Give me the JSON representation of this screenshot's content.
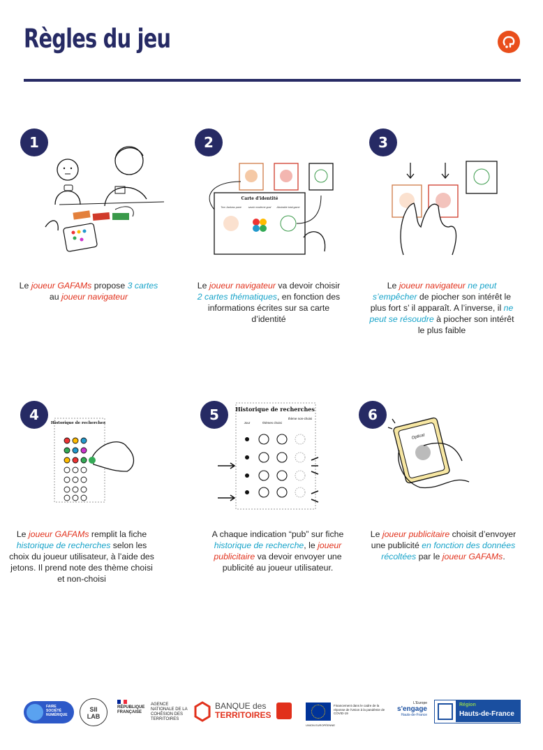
{
  "page": {
    "title": "Règles du jeu"
  },
  "steps": [
    {
      "number": "1",
      "text": [
        {
          "t": "Le ",
          "s": ""
        },
        {
          "t": "joueur GAFAMs",
          "s": "red"
        },
        {
          "t": " propose ",
          "s": ""
        },
        {
          "t": "3 cartes",
          "s": "cyan"
        },
        {
          "t": " au ",
          "s": ""
        },
        {
          "t": "joueur navigateur",
          "s": "red"
        }
      ]
    },
    {
      "number": "2",
      "illustration_labels": {
        "card_title": "Carte d'identité",
        "col1": "Tom Jackass pane",
        "col2": "savoir moderne goal",
        "col3": "Abstrable total game"
      },
      "text": [
        {
          "t": "Le ",
          "s": ""
        },
        {
          "t": "joueur navigateur",
          "s": "red"
        },
        {
          "t": " va devoir choisir ",
          "s": ""
        },
        {
          "t": "2 cartes thématiques",
          "s": "cyan"
        },
        {
          "t": ", en fonction des informations écrites sur sa carte d’identité",
          "s": ""
        }
      ]
    },
    {
      "number": "3",
      "text": [
        {
          "t": "Le ",
          "s": ""
        },
        {
          "t": "joueur navigateur",
          "s": "red"
        },
        {
          "t": " ",
          "s": ""
        },
        {
          "t": "ne peut s’empêcher",
          "s": "cyan"
        },
        {
          "t": " de piocher son intérêt le plus fort s’ il apparaît. A l’inverse, il ",
          "s": ""
        },
        {
          "t": "ne peut se résoudre",
          "s": "cyan"
        },
        {
          "t": " à piocher son intérêt le plus faible",
          "s": ""
        }
      ]
    },
    {
      "number": "4",
      "illustration_labels": {
        "sheet_title": "Historique de recherches"
      },
      "text": [
        {
          "t": "Le ",
          "s": ""
        },
        {
          "t": "joueur GAFAMs",
          "s": "red"
        },
        {
          "t": " remplit la fiche ",
          "s": ""
        },
        {
          "t": "historique de recherches",
          "s": "cyan"
        },
        {
          "t": " selon les choix du joueur utilisateur, à l’aide des jetons. Il prend note des thème choisi et non-choisi",
          "s": ""
        }
      ]
    },
    {
      "number": "5",
      "illustration_labels": {
        "sheet_title": "Historique de recherches",
        "col_day": "Jour",
        "col_chosen": "thèmes choisi",
        "col_not": "thème non-choisi"
      },
      "text": [
        {
          "t": "A chaque indication “pub” sur fiche ",
          "s": ""
        },
        {
          "t": "historique de recherche",
          "s": "cyan"
        },
        {
          "t": ", le ",
          "s": ""
        },
        {
          "t": "joueur publicitaire",
          "s": "red"
        },
        {
          "t": " va devoir envoyer une publicité au joueur utilisateur.",
          "s": ""
        }
      ]
    },
    {
      "number": "6",
      "illustration_labels": {
        "card_brand": "Opticat"
      },
      "text": [
        {
          "t": "Le ",
          "s": ""
        },
        {
          "t": "joueur publicitaire",
          "s": "red"
        },
        {
          "t": " choisit d’envoyer une publicité ",
          "s": ""
        },
        {
          "t": "en fonction des données récoltées",
          "s": "cyan"
        },
        {
          "t": " par le ",
          "s": ""
        },
        {
          "t": "joueur GAFAMs",
          "s": "red"
        },
        {
          "t": ".",
          "s": ""
        }
      ]
    }
  ],
  "footer": {
    "pop": "FAIRE SOCIÉTÉ NUMÉRIQUE",
    "silab": "SII LAB",
    "republique": "RÉPUBLIQUE FRANÇAISE",
    "agence": "AGENCE NATIONALE DE LA COHÉSION DES TERRITOIRES",
    "banque_top": "BANQUE des",
    "banque_bottom": "TERRITOIRES",
    "eu_text": "Financement dans le cadre de la réponse de l'Union à la pandémie de COVID-19",
    "eu_label": "UNION EUROPÉENNE",
    "europe_top": "L'Europe",
    "europe_mid": "s'engage",
    "europe_bottom": "Hauts-de-France",
    "region_top": "Région",
    "region_bottom": "Hauts-de-France"
  },
  "colors": {
    "navy": "#262a64",
    "red": "#e1301b",
    "cyan": "#16a3c9",
    "orange": "#e94e1b"
  }
}
